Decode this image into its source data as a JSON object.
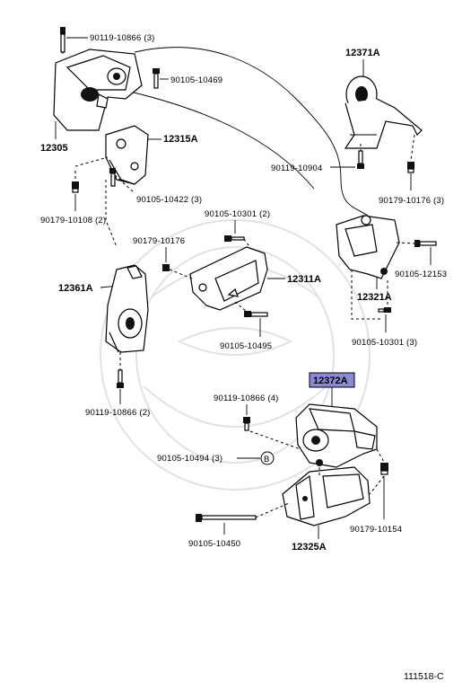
{
  "labels": {
    "l_90119_10866_3": "90119-10866 (3)",
    "l_90105_10469": "90105-10469",
    "l_12305": "12305",
    "l_12315A": "12315A",
    "l_90105_10422_3": "90105-10422 (3)",
    "l_90179_10108_2": "90179-10108 (2)",
    "l_12371A": "12371A",
    "l_90119_10904": "90119-10904",
    "l_90179_10176_3": "90179-10176 (3)",
    "l_90105_10301_2": "90105-10301 (2)",
    "l_90179_10176": "90179-10176",
    "l_12311A": "12311A",
    "l_12361A": "12361A",
    "l_12321A": "12321A",
    "l_90105_12153": "90105-12153",
    "l_90105_10495": "90105-10495",
    "l_90105_10301_3": "90105-10301 (3)",
    "l_12372A": "12372A",
    "l_90119_10866_4": "90119-10866 (4)",
    "l_90119_10866_2": "90119-10866 (2)",
    "l_90105_10494_3": "90105-10494 (3)",
    "l_B": "B",
    "l_90179_10154": "90179-10154",
    "l_90105_10450": "90105-10450",
    "l_12325A": "12325A",
    "l_code": "111518-C"
  },
  "highlight_color": "#8a8ad8"
}
